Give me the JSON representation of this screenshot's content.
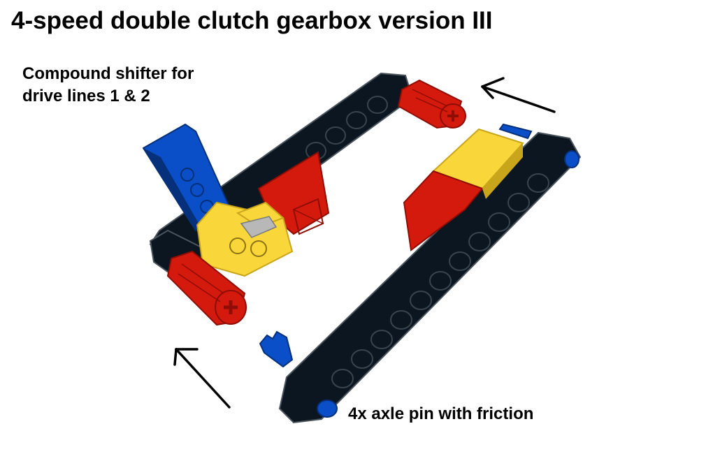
{
  "title": "4-speed double clutch gearbox version III",
  "callouts": {
    "shifter_line1": "Compound shifter for",
    "shifter_line2": "drive lines 1 & 2",
    "pins": "4x axle pin with friction"
  },
  "colors": {
    "beam": "#0b1620",
    "beam_edge": "#4a545c",
    "red": "#d41a0c",
    "red_dark": "#8e0d05",
    "yellow": "#f9d73a",
    "yellow_dark": "#c9a51c",
    "blue": "#0a4fc7",
    "blue_dark": "#06307a",
    "arrow": "#000000"
  }
}
